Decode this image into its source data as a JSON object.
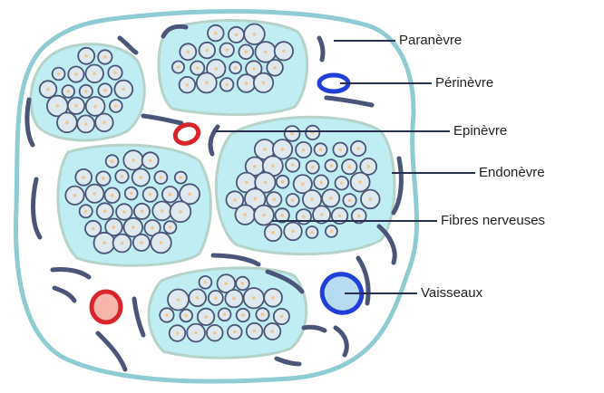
{
  "labels": {
    "paranevre": "Paranèvre",
    "perinevre": "Périnèvre",
    "epinevre": "Epinèvre",
    "endonevre": "Endonèvre",
    "fibres": "Fibres nerveuses",
    "vaisseaux": "Vaisseaux"
  },
  "colors": {
    "outline": "#8fcbd3",
    "fascicle_fill": "#bfeef2",
    "fascicle_stroke": "#b5d3c8",
    "fiber_fill": "#dde9ef",
    "fiber_stroke": "#4a5579",
    "axon_dot": "#f3c68e",
    "squiggle": "#4a5579",
    "vessel_red": "#d9242b",
    "vessel_red_fill": "#f6b6ae",
    "vessel_blue": "#1f3fd8",
    "vessel_blue_fill": "#b5dcf0",
    "leader_line": "#2a3050"
  }
}
